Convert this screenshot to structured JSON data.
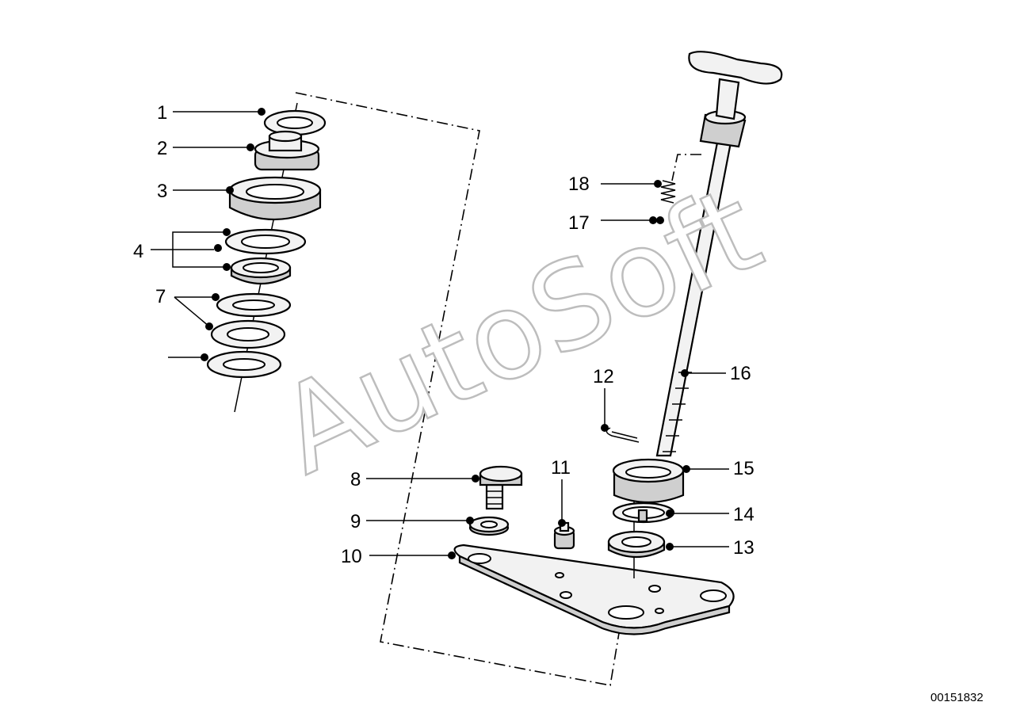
{
  "labels": {
    "p1": "1",
    "p2": "2",
    "p3": "3",
    "p4": "4",
    "p7": "7",
    "p8": "8",
    "p9": "9",
    "p10": "10",
    "p11": "11",
    "p12": "12",
    "p13": "13",
    "p14": "14",
    "p15": "15",
    "p16": "16",
    "p17": "17",
    "p18": "18"
  },
  "watermark": "AutoSoft",
  "document_number": "00151832"
}
